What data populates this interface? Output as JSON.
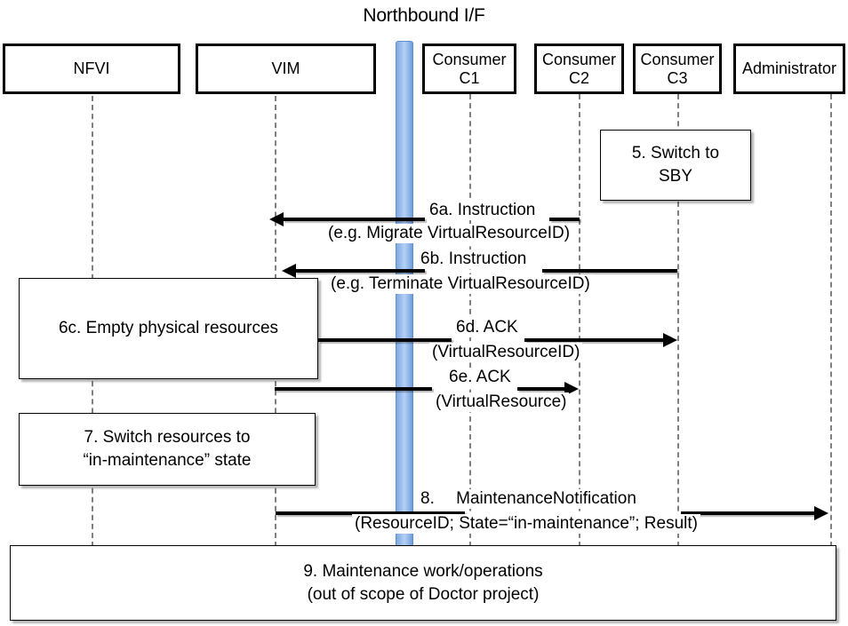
{
  "diagram": {
    "title": "Northbound I/F",
    "type": "uml-sequence-diagram"
  },
  "actors": [
    {
      "id": "nfvi",
      "label": "NFVI"
    },
    {
      "id": "vim",
      "label": "VIM"
    },
    {
      "id": "c1",
      "label": "Consumer\nC1"
    },
    {
      "id": "c2",
      "label": "Consumer\nC2"
    },
    {
      "id": "c3",
      "label": "Consumer\nC3"
    },
    {
      "id": "admin",
      "label": "Administrator"
    }
  ],
  "notes": [
    {
      "id": "note5",
      "label": "5. Switch to\nSBY"
    },
    {
      "id": "note6c",
      "label": "6c. Empty physical resources"
    },
    {
      "id": "note7",
      "label": "7. Switch resources to\n“in-maintenance” state"
    },
    {
      "id": "note9",
      "label": "9. Maintenance work/operations\n(out of scope of Doctor project)"
    }
  ],
  "messages": [
    {
      "id": "m6a",
      "line1": "6a. Instruction",
      "line2": "(e.g. Migrate VirtualResourceID)",
      "from": "c3",
      "to": "vim",
      "direction": "left"
    },
    {
      "id": "m6b",
      "line1": "6b. Instruction",
      "line2": "(e.g. Terminate VirtualResourceID)",
      "from": "c3",
      "to": "vim",
      "direction": "left"
    },
    {
      "id": "m6d",
      "line1": "6d. ACK",
      "line2": "(VirtualResourceID)",
      "from": "vim",
      "to": "c3",
      "direction": "right"
    },
    {
      "id": "m6e",
      "line1": "6e. ACK",
      "line2": "(VirtualResource)",
      "from": "vim",
      "to": "c2",
      "direction": "right"
    },
    {
      "id": "m8",
      "line1": "8.  MaintenanceNotification",
      "line2": "(ResourceID; State=“in-maintenance”; Result)",
      "from": "vim",
      "to": "admin",
      "direction": "right"
    }
  ],
  "colors": {
    "nbi_bar": "#9dc0ef",
    "nbi_bar_edge": "#5b8ed0",
    "stroke": "#000000",
    "lifeline": "#808080",
    "background": "#ffffff"
  }
}
